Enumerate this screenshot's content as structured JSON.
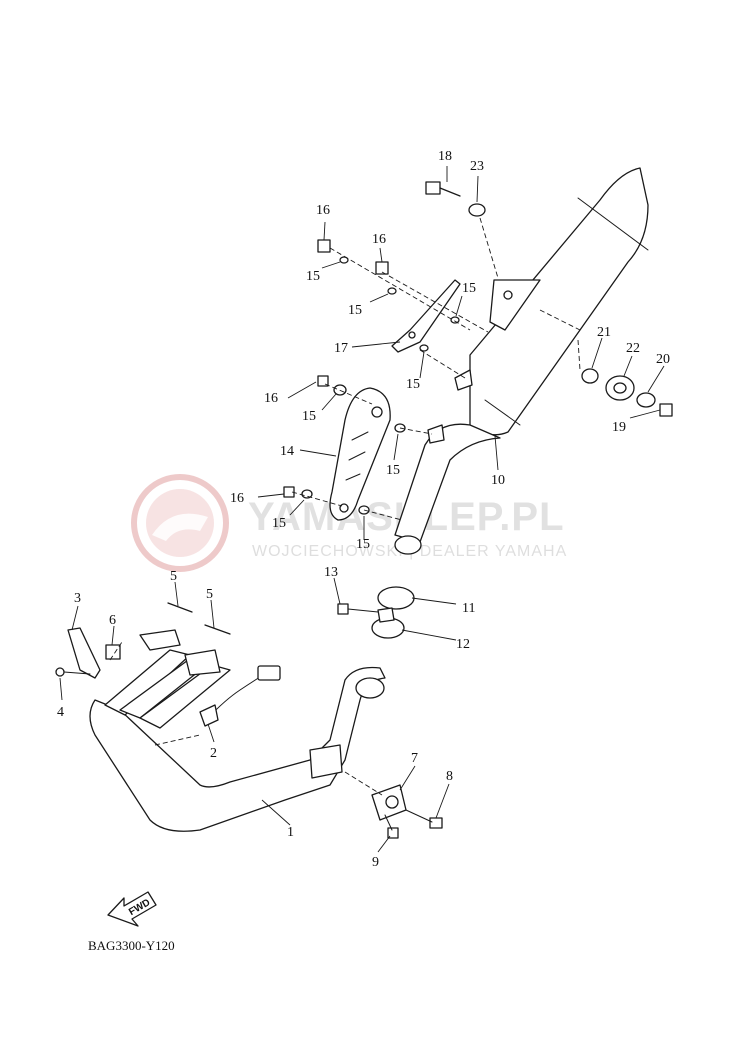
{
  "diagram_code": "BAG3300-Y120",
  "watermark": {
    "brand": "YAMASKLEP.PL",
    "tagline": "WOJCIECHOWSKI | DEALER YAMAHA"
  },
  "fwd_label": "FWD",
  "callouts": {
    "c1": "1",
    "c2": "2",
    "c3": "3",
    "c4": "4",
    "c5a": "5",
    "c5b": "5",
    "c6": "6",
    "c7": "7",
    "c8": "8",
    "c9": "9",
    "c10": "10",
    "c11": "11",
    "c12": "12",
    "c13": "13",
    "c14": "14",
    "c15a": "15",
    "c15b": "15",
    "c15c": "15",
    "c15d": "15",
    "c15e": "15",
    "c15f": "15",
    "c15g": "15",
    "c15h": "15",
    "c16a": "16",
    "c16b": "16",
    "c16c": "16",
    "c16d": "16",
    "c17": "17",
    "c18": "18",
    "c19": "19",
    "c20": "20",
    "c21": "21",
    "c22": "22",
    "c23": "23"
  },
  "colors": {
    "line": "#1a1a1a",
    "watermark": "#c9c9c9",
    "watermark_logo": "#e8b8b8"
  }
}
